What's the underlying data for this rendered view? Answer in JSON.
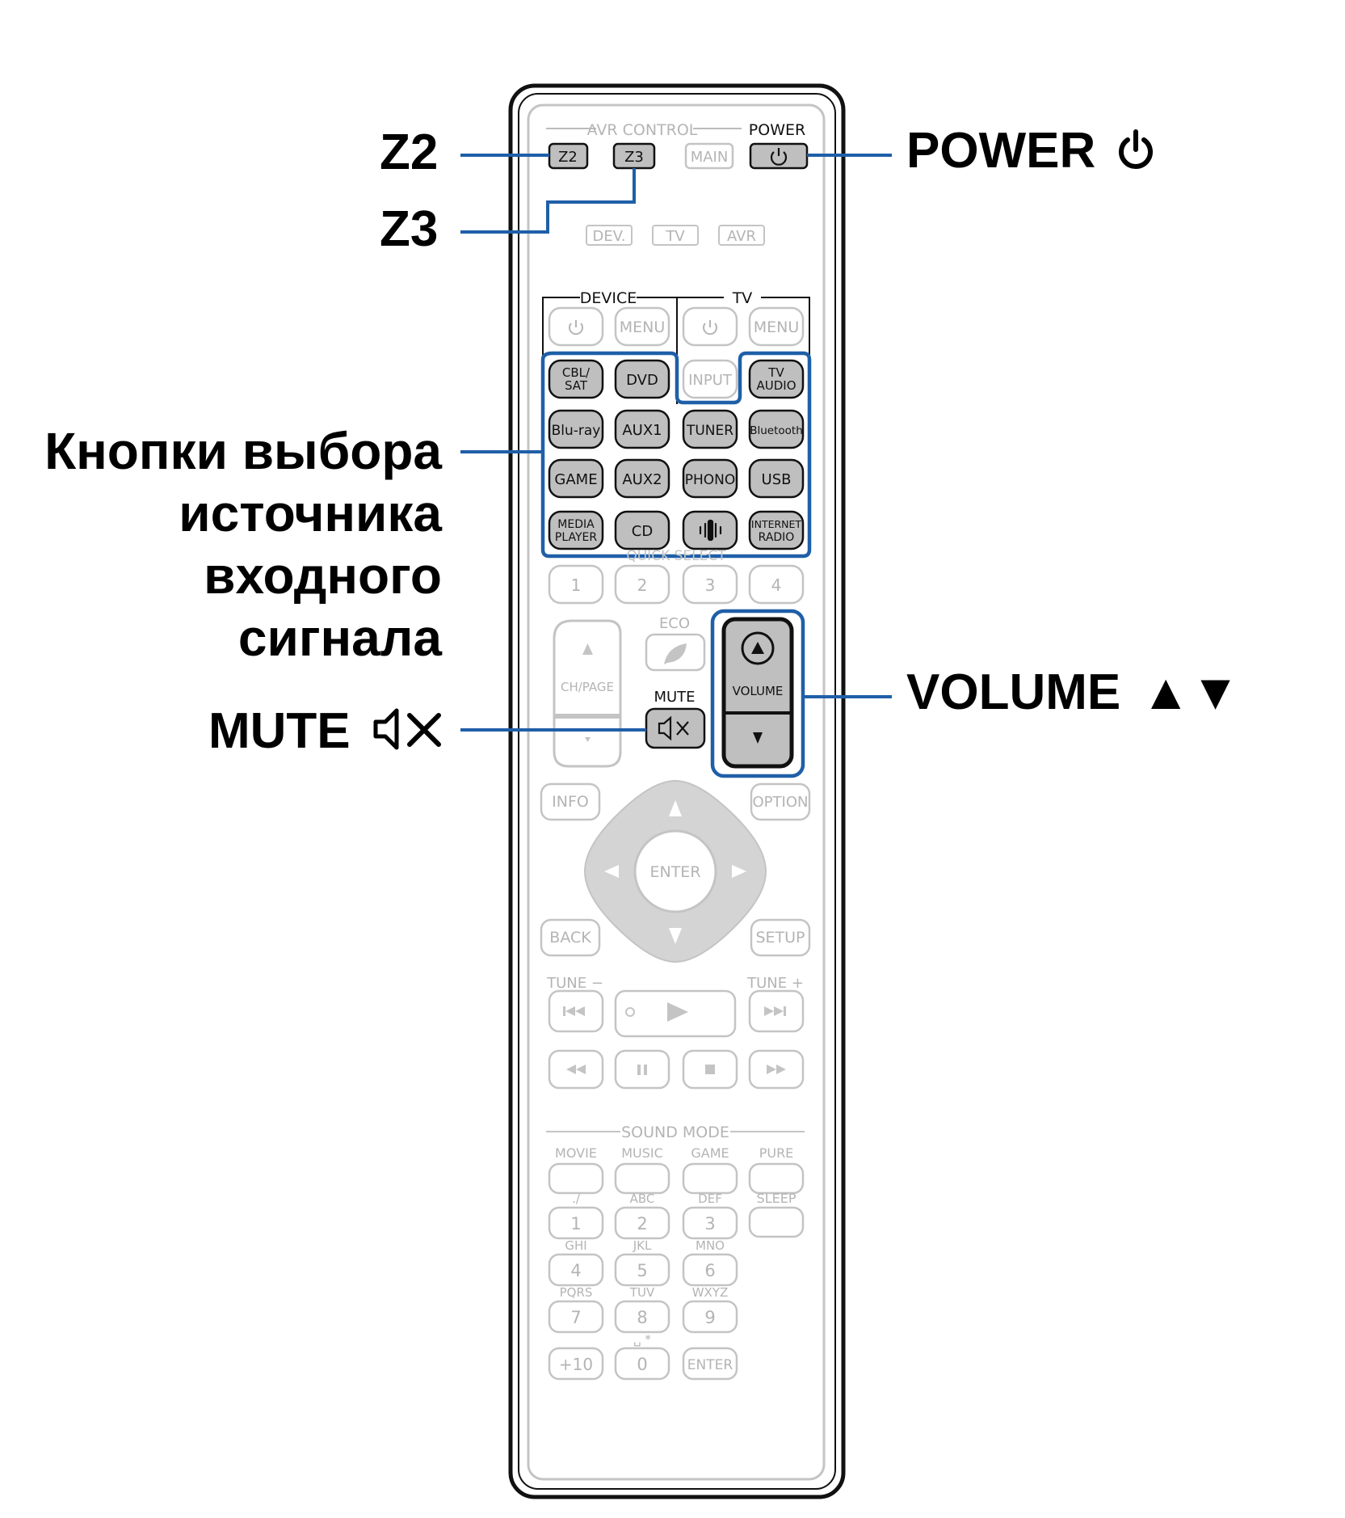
{
  "callouts": {
    "z2": "Z2",
    "z3": "Z3",
    "power": "POWER",
    "power_symbol": "⏻",
    "source_line1": "Кнопки выбора",
    "source_line2": "источника",
    "source_line3": "входного",
    "source_line4": "сигнала",
    "mute": "MUTE",
    "mute_symbol": "🔇",
    "volume": "VOLUME",
    "volume_symbol": "▲▼"
  },
  "remote": {
    "avr_control": "AVR CONTROL",
    "power_label": "POWER",
    "z2": "Z2",
    "z3": "Z3",
    "main": "MAIN",
    "dev": "DEV.",
    "tv": "TV",
    "avr": "AVR",
    "device_group": "DEVICE",
    "tv_group": "TV",
    "menu": "MENU",
    "sources": {
      "cbl_sat_1": "CBL/",
      "cbl_sat_2": "SAT",
      "dvd": "DVD",
      "input": "INPUT",
      "tv_audio_1": "TV",
      "tv_audio_2": "AUDIO",
      "bluray": "Blu-ray",
      "aux1": "AUX1",
      "tuner": "TUNER",
      "bluetooth": "Bluetooth",
      "game": "GAME",
      "aux2": "AUX2",
      "phono": "PHONO",
      "usb": "USB",
      "media_player_1": "MEDIA",
      "media_player_2": "PLAYER",
      "cd": "CD",
      "internet_radio_1": "INTERNET",
      "internet_radio_2": "RADIO"
    },
    "quick_select": "QUICK SELECT",
    "qs1": "1",
    "qs2": "2",
    "qs3": "3",
    "qs4": "4",
    "eco": "ECO",
    "ch_page": "CH/PAGE",
    "mute": "MUTE",
    "volume": "VOLUME",
    "info": "INFO",
    "option": "OPTION",
    "enter": "ENTER",
    "back": "BACK",
    "setup": "SETUP",
    "tune_minus": "TUNE −",
    "tune_plus": "TUNE +",
    "sound_mode": "SOUND MODE",
    "movie": "MOVIE",
    "music": "MUSIC",
    "game_mode": "GAME",
    "pure": "PURE",
    "sleep": "SLEEP",
    "keypad": [
      {
        "sub": "./",
        "num": "1"
      },
      {
        "sub": "ABC",
        "num": "2"
      },
      {
        "sub": "DEF",
        "num": "3"
      },
      {
        "sub": "GHI",
        "num": "4"
      },
      {
        "sub": "JKL",
        "num": "5"
      },
      {
        "sub": "MNO",
        "num": "6"
      },
      {
        "sub": "PQRS",
        "num": "7"
      },
      {
        "sub": "TUV",
        "num": "8"
      },
      {
        "sub": "WXYZ",
        "num": "9"
      }
    ],
    "plus10": "+10",
    "zero": "0",
    "zero_sub": "␣ *",
    "enter_small": "ENTER"
  },
  "colors": {
    "highlight": "#1f5fa8",
    "active_fill": "#bfbfbf",
    "inactive_stroke": "#c4c4c4",
    "inactive_text": "#b4b4b4",
    "remote_outline": "#111111"
  }
}
